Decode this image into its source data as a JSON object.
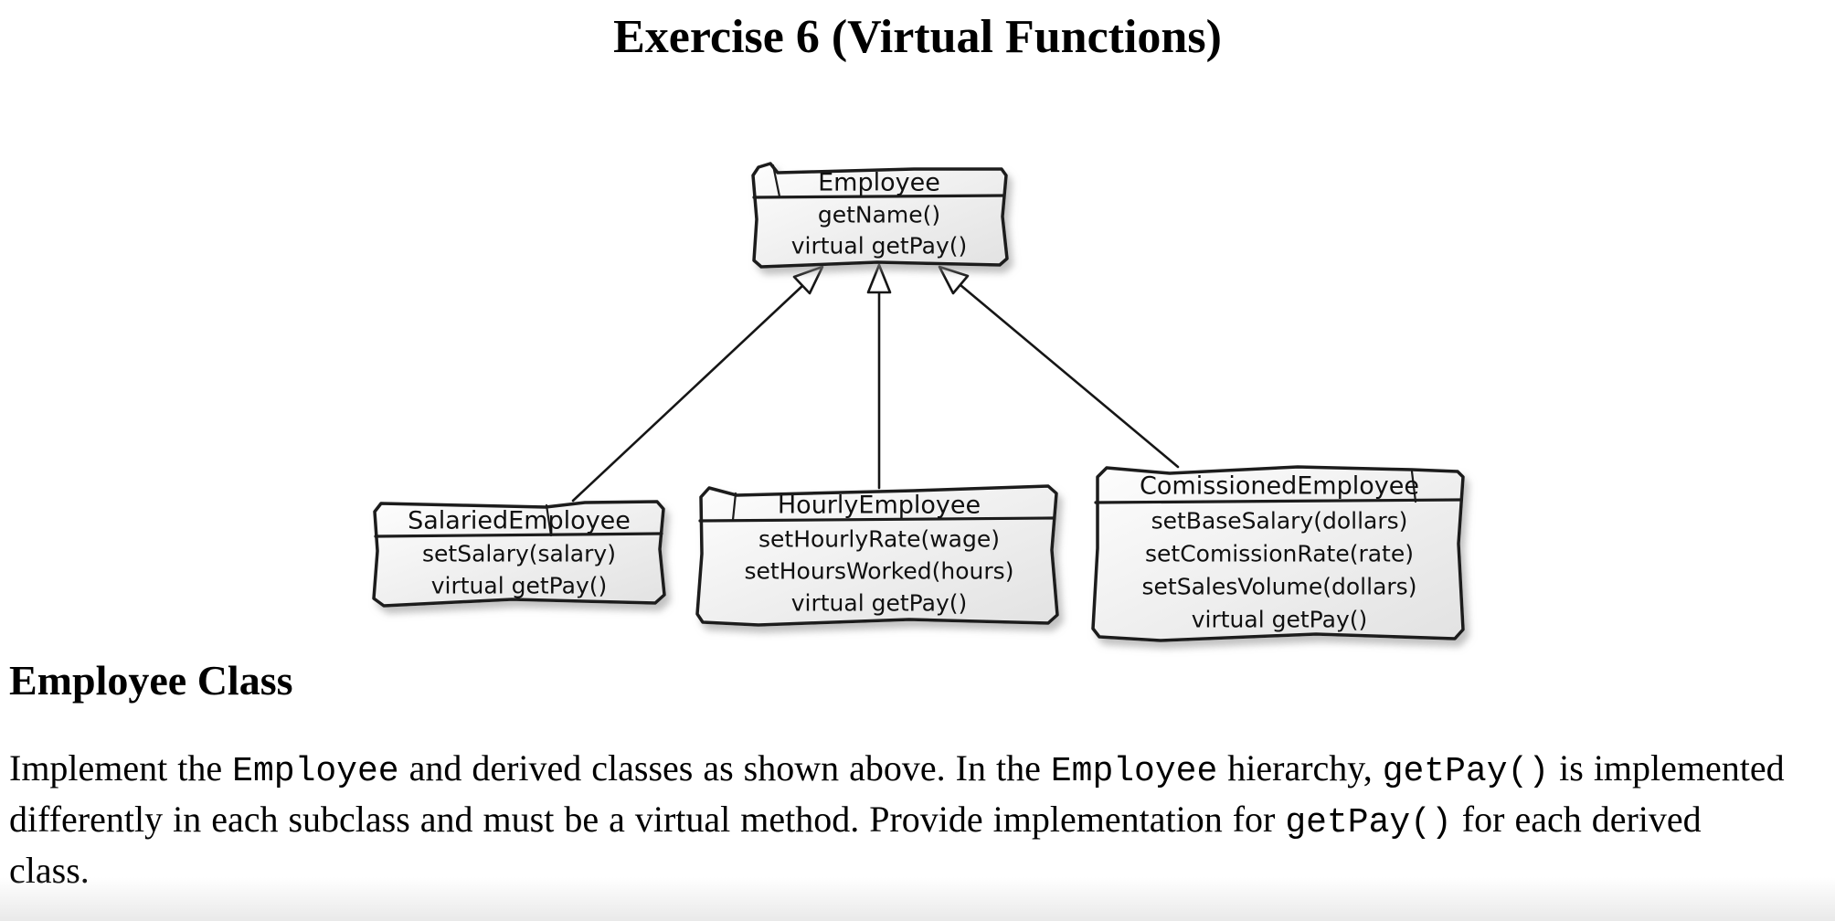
{
  "page": {
    "title": "Exercise 6 (Virtual Functions)"
  },
  "diagram": {
    "classes": [
      {
        "name": "Employee",
        "methods": [
          "getName()",
          "virtual getPay()"
        ]
      },
      {
        "name": "SalariedEmployee",
        "methods": [
          "setSalary(salary)",
          "virtual getPay()"
        ]
      },
      {
        "name": "HourlyEmployee",
        "methods": [
          "setHourlyRate(wage)",
          "setHoursWorked(hours)",
          "virtual getPay()"
        ]
      },
      {
        "name": "ComissionedEmployee",
        "methods": [
          "setBaseSalary(dollars)",
          "setComissionRate(rate)",
          "setSalesVolume(dollars)",
          "virtual getPay()"
        ]
      }
    ],
    "relations": [
      {
        "from": "SalariedEmployee",
        "to": "Employee",
        "type": "generalization"
      },
      {
        "from": "HourlyEmployee",
        "to": "Employee",
        "type": "generalization"
      },
      {
        "from": "ComissionedEmployee",
        "to": "Employee",
        "type": "generalization"
      }
    ]
  },
  "section": {
    "heading": "Employee Class",
    "paragraph_segments": [
      {
        "text": "Implement the ",
        "mono": false
      },
      {
        "text": "Employee",
        "mono": true
      },
      {
        "text": " and derived classes as shown above. In the ",
        "mono": false
      },
      {
        "text": "Employee",
        "mono": true
      },
      {
        "text": " hierarchy, ",
        "mono": false
      },
      {
        "text": "getPay()",
        "mono": true
      },
      {
        "text": " is implemented differently in each subclass and must be a virtual method. Provide implementation for ",
        "mono": false
      },
      {
        "text": "getPay()",
        "mono": true
      },
      {
        "text": " for each derived class.",
        "mono": false
      }
    ]
  },
  "colors": {
    "box_stroke": "#1c1c1c",
    "box_fill_top": "#fdfdfd",
    "box_fill_bottom": "#e2e2e2",
    "text_color": "#000000",
    "page_fade": "#e9e9e9"
  }
}
